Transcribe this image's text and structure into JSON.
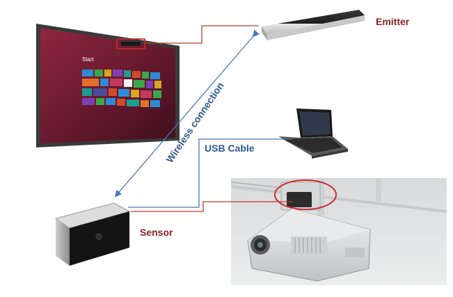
{
  "labels": {
    "emitter": "Emitter",
    "sensor": "Sensor",
    "usb_cable": "USB Cable",
    "wireless_connection": "Wireless connection"
  },
  "whiteboard": {
    "start_text": "Start"
  },
  "colors": {
    "label_red": "#8b1f1f",
    "label_blue": "#2d5a8e",
    "connector_red": "#c0392b",
    "connector_blue": "#4a78b5",
    "highlight_red": "#cc2a2a",
    "board_screen": "#7a1f33"
  }
}
